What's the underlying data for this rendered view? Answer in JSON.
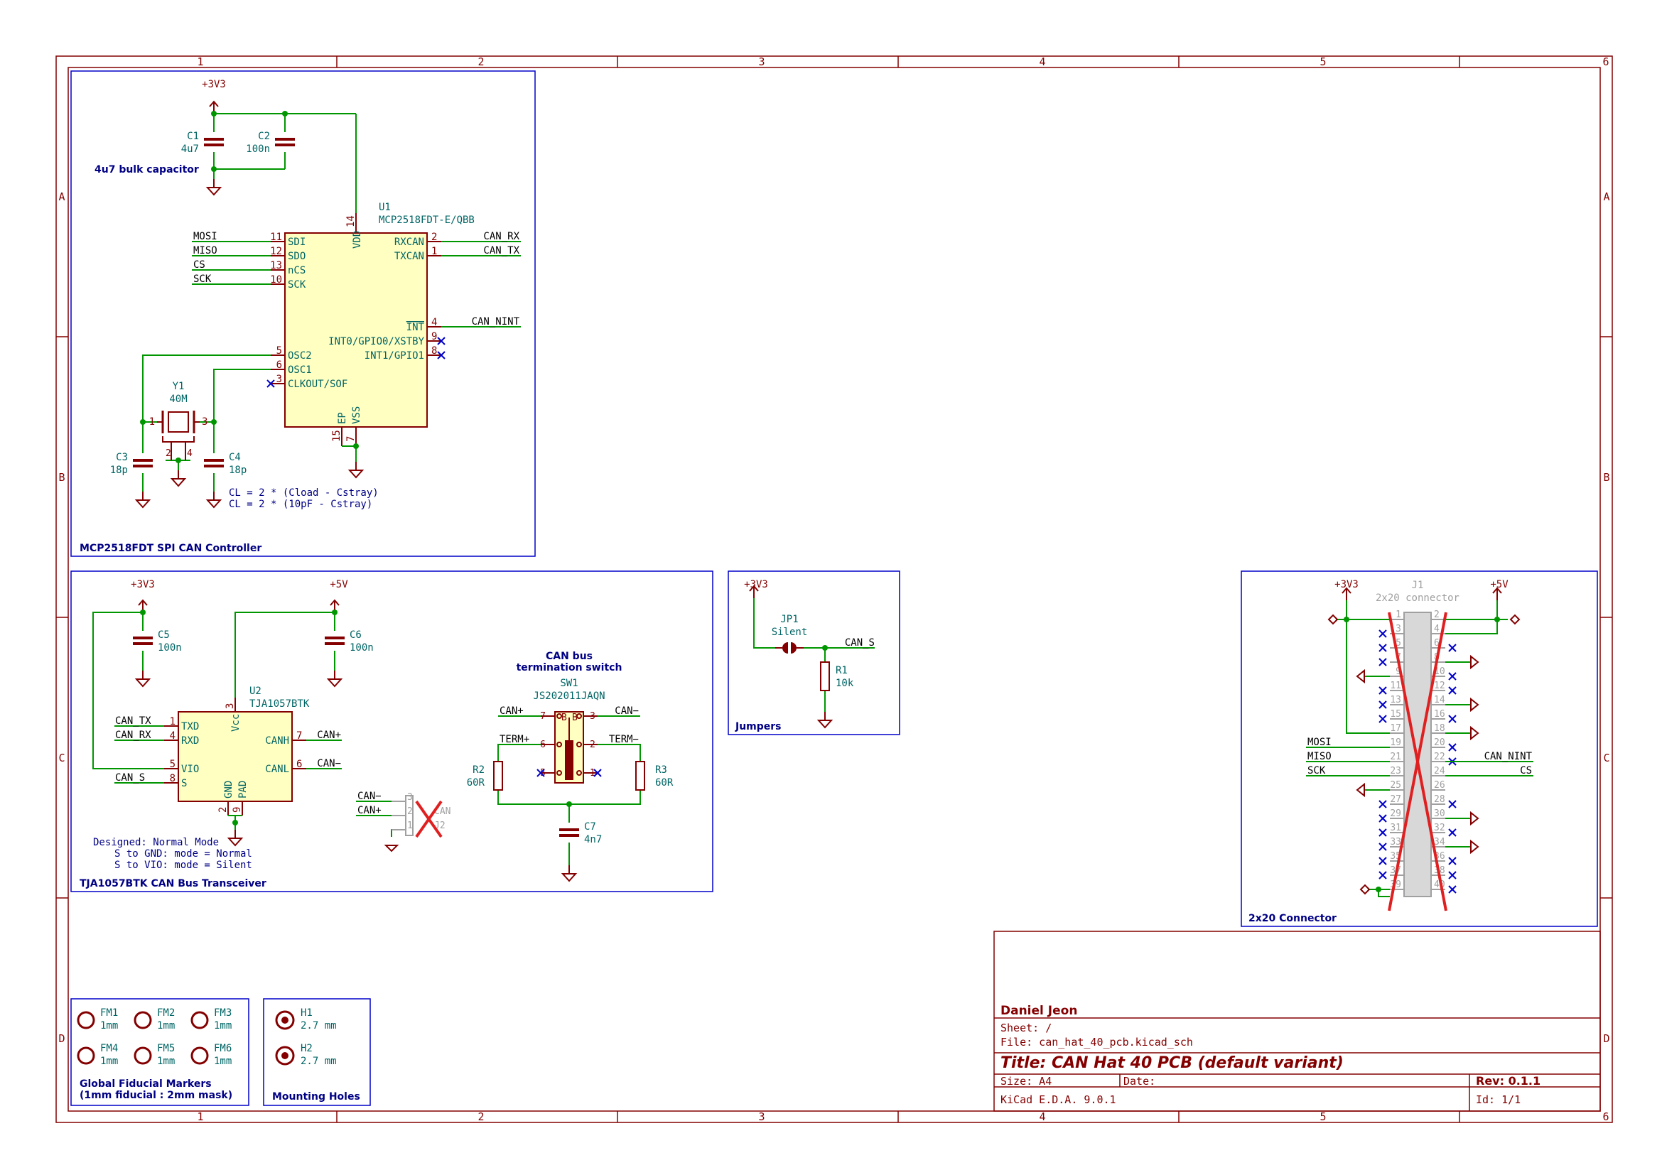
{
  "colors": {
    "frame": "#840000",
    "wire": "#009600",
    "symbol": "#840000",
    "symbol_fill": "#ffffc2",
    "ref": "#006464",
    "label": "#000000",
    "note": "#000084",
    "pin": "#840000",
    "noconnect": "#0000c8",
    "dnp": "#e02020"
  },
  "frame": {
    "cols": [
      "1",
      "2",
      "3",
      "4",
      "5",
      "6"
    ],
    "rows": [
      "A",
      "B",
      "C",
      "D"
    ]
  },
  "groups": {
    "mcp": "MCP2518FDT SPI CAN Controller",
    "tja": "TJA1057BTK CAN Bus Transceiver",
    "jumpers": "Jumpers",
    "conn": "2x20 Connector",
    "fiducials": "Global Fiducial Markers\n(1mm fiducial : 2mm mask)",
    "holes": "Mounting Holes"
  },
  "power": {
    "v33": "+3V3",
    "v5": "+5V"
  },
  "notes": {
    "bulk": "4u7 bulk capacitor",
    "cl1": "CL = 2 * (Cload - Cstray)",
    "cl2": "CL = 2 * (10pF - Cstray)",
    "design1": "Designed: Normal Mode",
    "design2": "S to GND: mode = Normal",
    "design3": "S to VIO: mode = Silent",
    "term1": "CAN bus",
    "term2": "termination switch"
  },
  "parts": {
    "C1": {
      "ref": "C1",
      "value": "4u7"
    },
    "C2": {
      "ref": "C2",
      "value": "100n"
    },
    "C3": {
      "ref": "C3",
      "value": "18p"
    },
    "C4": {
      "ref": "C4",
      "value": "18p"
    },
    "C5": {
      "ref": "C5",
      "value": "100n"
    },
    "C6": {
      "ref": "C6",
      "value": "100n"
    },
    "C7": {
      "ref": "C7",
      "value": "4n7"
    },
    "Y1": {
      "ref": "Y1",
      "value": "40M"
    },
    "U1": {
      "ref": "U1",
      "value": "MCP2518FDT-E/QBB"
    },
    "U2": {
      "ref": "U2",
      "value": "TJA1057BTK"
    },
    "R1": {
      "ref": "R1",
      "value": "10k"
    },
    "R2": {
      "ref": "R2",
      "value": "60R"
    },
    "R3": {
      "ref": "R3",
      "value": "60R"
    },
    "SW1": {
      "ref": "SW1",
      "value": "JS202011JAQN"
    },
    "JP1": {
      "ref": "JP1",
      "value": "Silent"
    },
    "J1": {
      "ref": "J1",
      "value": "2x20 connector"
    },
    "J2": {
      "ref": "J2",
      "value": "CAN"
    },
    "FM1": {
      "ref": "FM1",
      "value": "1mm"
    },
    "FM2": {
      "ref": "FM2",
      "value": "1mm"
    },
    "FM3": {
      "ref": "FM3",
      "value": "1mm"
    },
    "FM4": {
      "ref": "FM4",
      "value": "1mm"
    },
    "FM5": {
      "ref": "FM5",
      "value": "1mm"
    },
    "FM6": {
      "ref": "FM6",
      "value": "1mm"
    },
    "H1": {
      "ref": "H1",
      "value": "2.7 mm"
    },
    "H2": {
      "ref": "H2",
      "value": "2.7 mm"
    }
  },
  "u1_pins": {
    "left": [
      {
        "num": "11",
        "name": "SDI"
      },
      {
        "num": "12",
        "name": "SDO"
      },
      {
        "num": "13",
        "name": "nCS"
      },
      {
        "num": "10",
        "name": "SCK"
      },
      {
        "num": "5",
        "name": "OSC2"
      },
      {
        "num": "6",
        "name": "OSC1"
      },
      {
        "num": "3",
        "name": "CLKOUT/SOF"
      }
    ],
    "right": [
      {
        "num": "2",
        "name": "RXCAN"
      },
      {
        "num": "1",
        "name": "TXCAN"
      },
      {
        "num": "4",
        "name": "INT"
      },
      {
        "num": "9",
        "name": "INT0/GPIO0/XSTBY"
      },
      {
        "num": "8",
        "name": "INT1/GPIO1"
      }
    ],
    "top": [
      {
        "num": "14",
        "name": "VDD"
      }
    ],
    "bottom": [
      {
        "num": "15",
        "name": "EP"
      },
      {
        "num": "7",
        "name": "VSS"
      }
    ]
  },
  "u2_pins": {
    "left": [
      {
        "num": "1",
        "name": "TXD"
      },
      {
        "num": "4",
        "name": "RXD"
      },
      {
        "num": "5",
        "name": "VIO"
      },
      {
        "num": "8",
        "name": "S"
      }
    ],
    "right": [
      {
        "num": "7",
        "name": "CANH"
      },
      {
        "num": "6",
        "name": "CANL"
      }
    ],
    "top": [
      {
        "num": "3",
        "name": "Vcc"
      }
    ],
    "bottom": [
      {
        "num": "2",
        "name": "GND"
      },
      {
        "num": "9",
        "name": "PAD"
      }
    ]
  },
  "nets": {
    "mosi": "MOSI",
    "miso": "MISO",
    "cs": "CS",
    "sck": "SCK",
    "can_rx": "CAN_RX",
    "can_tx": "CAN_TX",
    "can_nint": "CAN_NINT",
    "can_s": "CAN_S",
    "canp": "CAN+",
    "canm": "CAN−",
    "termp": "TERM+",
    "termm": "TERM−"
  },
  "sw1_pins": {
    "p7": "7",
    "p3": "3",
    "p6": "6",
    "p2": "2",
    "p5": "5",
    "p1": "1",
    "pB1": "B",
    "pB2": "B"
  },
  "y1_pins": {
    "p1": "1",
    "p3": "3",
    "p2": "2",
    "p4": "4"
  },
  "j2_pins": [
    "3",
    "2",
    "1"
  ],
  "j1_left": [
    "1",
    "3",
    "5",
    "7",
    "9",
    "11",
    "13",
    "15",
    "17",
    "19",
    "21",
    "23",
    "25",
    "27",
    "29",
    "31",
    "33",
    "35",
    "37",
    "39"
  ],
  "j1_right": [
    "2",
    "4",
    "6",
    "8",
    "10",
    "12",
    "14",
    "16",
    "18",
    "20",
    "22",
    "24",
    "26",
    "28",
    "30",
    "32",
    "34",
    "36",
    "38",
    "40"
  ],
  "title_block": {
    "company": "Daniel Jeon",
    "sheet": "Sheet: /",
    "file": "File: can_hat_40_pcb.kicad_sch",
    "title": "Title: CAN Hat 40 PCB (default variant)",
    "size": "Size: A4",
    "date": "Date:",
    "rev": "Rev: 0.1.1",
    "kicad": "KiCad E.D.A. 9.0.1",
    "id": "Id: 1/1"
  }
}
